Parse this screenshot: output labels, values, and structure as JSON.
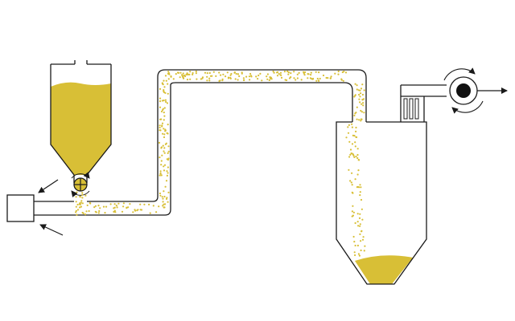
{
  "diagram": {
    "colors": {
      "material": "#d8bf36",
      "line": "#1a1a1a",
      "background": "#ffffff",
      "fan": "#111111"
    },
    "components": [
      {
        "name": "feed-hopper-icon",
        "kind": "hopper"
      },
      {
        "name": "rotary-valve-icon",
        "kind": "rotary airlock valve"
      },
      {
        "name": "blower-box-icon",
        "kind": "air supply unit"
      },
      {
        "name": "conveying-pipeline-icon",
        "kind": "pneumatic conveying line"
      },
      {
        "name": "cyclone-receiver-icon",
        "kind": "receiving vessel"
      },
      {
        "name": "filter-icon",
        "kind": "filter"
      },
      {
        "name": "exhaust-fan-icon",
        "kind": "exhaust fan"
      }
    ]
  }
}
